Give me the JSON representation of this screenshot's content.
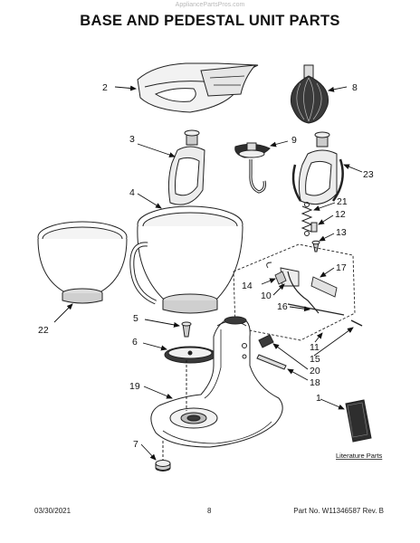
{
  "watermark": "AppliancePartsPros.com",
  "title": "BASE AND PEDESTAL UNIT PARTS",
  "callouts": {
    "c1": "1",
    "c2": "2",
    "c3": "3",
    "c4": "4",
    "c5": "5",
    "c6": "6",
    "c7": "7",
    "c8": "8",
    "c9": "9",
    "c10": "10",
    "c11": "11",
    "c12": "12",
    "c13": "13",
    "c14": "14",
    "c15": "15",
    "c16": "16",
    "c17": "17",
    "c18": "18",
    "c19": "19",
    "c20": "20",
    "c21": "21",
    "c22": "22",
    "c23": "23"
  },
  "literature_label": "Literature Parts",
  "footer": {
    "date": "03/30/2021",
    "page": "8",
    "part": "Part No. W11346587  Rev. B"
  }
}
